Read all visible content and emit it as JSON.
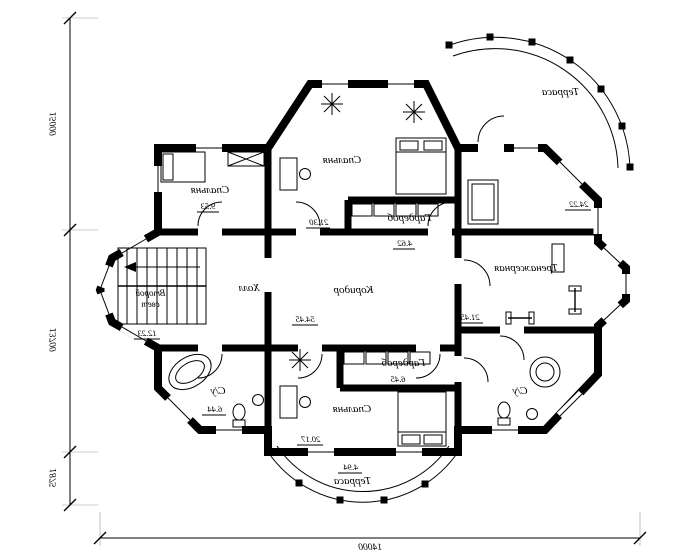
{
  "plan": {
    "type": "architectural-floor-plan",
    "rooms": {
      "terrace_top": {
        "label": "Терраса"
      },
      "bedroom_top": {
        "label": "Спальня",
        "area": "21.30"
      },
      "bedroom_left": {
        "label": "Спальня",
        "area": "9.53"
      },
      "wardrobe_top": {
        "label": "Гардероб",
        "area": "4.62"
      },
      "hall": {
        "label": "Холл",
        "area": "12.23"
      },
      "void": {
        "label_line1": "Второй",
        "label_line2": "свет"
      },
      "corridor": {
        "label": "Коридор",
        "area": "54.45"
      },
      "gym": {
        "label": "Тренажерная",
        "area": "21.45"
      },
      "right_top_room": {
        "area": "24.22"
      },
      "wardrobe_bottom": {
        "label": "Гардероб",
        "area": "6.45"
      },
      "bedroom_bottom": {
        "label": "Спальня",
        "area": "20.17"
      },
      "bath_left": {
        "label": "С/у",
        "area": "6.44"
      },
      "bath_right": {
        "label": "С/у"
      },
      "terrace_bottom": {
        "label": "Терраса",
        "area": "4.94"
      }
    },
    "dimensions": {
      "vertical_top": "15000",
      "vertical_middle": "13700",
      "vertical_bottom": "1875",
      "horizontal_bottom": "14000"
    }
  }
}
